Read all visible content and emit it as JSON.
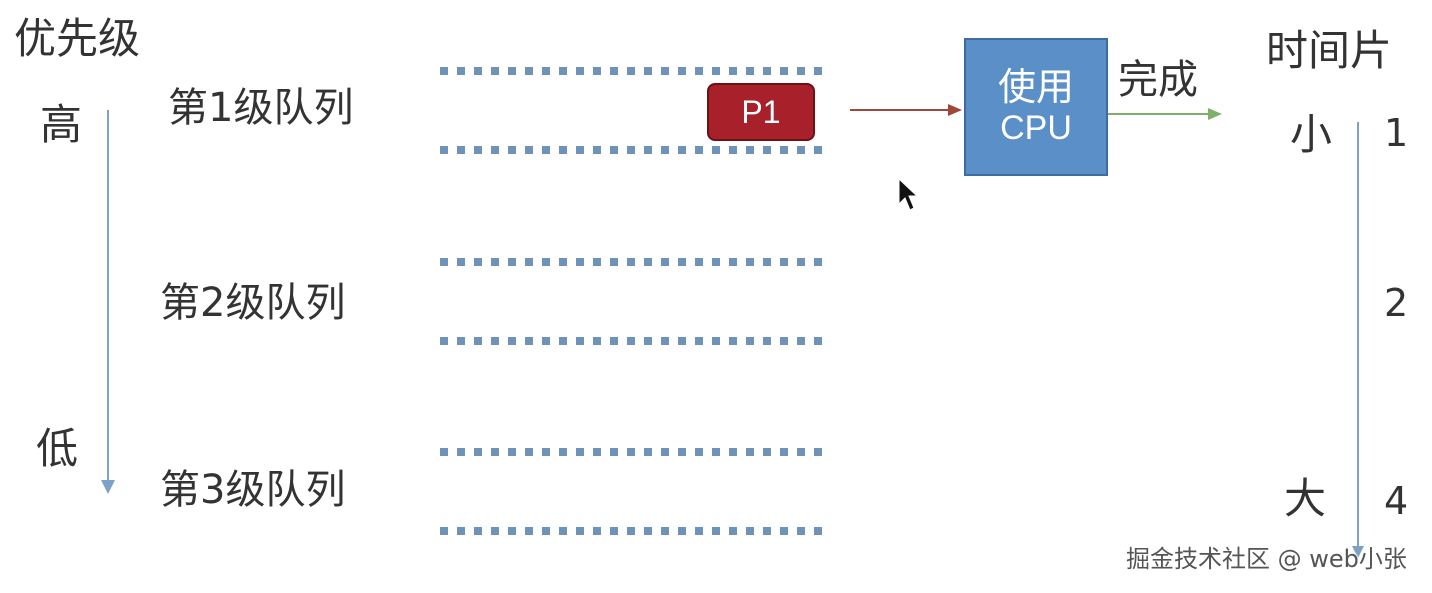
{
  "priority": {
    "title": "优先级",
    "high": "高",
    "low": "低"
  },
  "queues": [
    {
      "label": "第1级队列"
    },
    {
      "label": "第2级队列"
    },
    {
      "label": "第3级队列"
    }
  ],
  "process": {
    "label": "P1"
  },
  "cpu": {
    "line1": "使用",
    "line2": "CPU"
  },
  "done_label": "完成",
  "time_slice": {
    "title": "时间片",
    "small": "小",
    "large": "大",
    "values": [
      "1",
      "2",
      "4"
    ]
  },
  "watermark": "掘金技术社区 @ web小张",
  "colors": {
    "process": "#a7202a",
    "cpu": "#5b8fc8",
    "arrow_to_cpu": "#a0463a",
    "arrow_done": "#7fb06a",
    "axis": "#7da2c6",
    "queue_dots": "#6f93b8"
  }
}
